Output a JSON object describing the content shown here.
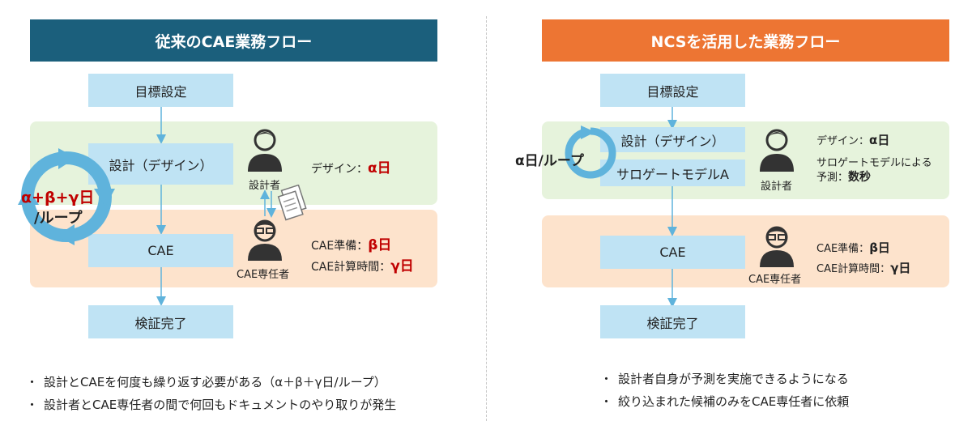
{
  "colors": {
    "left_header": "#1b5f7c",
    "right_header": "#ed7533",
    "design_band": "#e6f3dc",
    "cae_band": "#fde3cc",
    "box": "#bfe3f4",
    "arrow": "#5fb3dc",
    "red": "#c00000"
  },
  "left": {
    "title": "従来のCAE業務フロー",
    "step_goal": "目標設定",
    "step_design": "設計（デザイン）",
    "step_cae": "CAE",
    "step_done": "検証完了",
    "loop_top": "α+β+γ日",
    "loop_bottom": "/ループ",
    "designer_label": "設計者",
    "specialist_label": "CAE専任者",
    "design_time_label": "デザイン：",
    "design_time_value": "α日",
    "cae_prep_label": "CAE準備：",
    "cae_prep_value": "β日",
    "cae_calc_label": "CAE計算時間：",
    "cae_calc_value": "γ日",
    "bullets": [
      "設計とCAEを何度も繰り返す必要がある（α＋β＋γ日/ループ）",
      "設計者とCAE専任者の間で何回もドキュメントのやり取りが発生"
    ]
  },
  "right": {
    "title": "NCSを活用した業務フロー",
    "step_goal": "目標設定",
    "step_design": "設計（デザイン）",
    "step_surrogate": "サロゲートモデルA",
    "step_cae": "CAE",
    "step_done": "検証完了",
    "loop_label": "α日/ループ",
    "designer_label": "設計者",
    "specialist_label": "CAE専任者",
    "design_time_label": "デザイン：",
    "design_time_value": "α日",
    "surrogate_line": "サロゲートモデルによる",
    "predict_label": "予測：",
    "predict_value": "数秒",
    "cae_prep_label": "CAE準備：",
    "cae_prep_value": "β日",
    "cae_calc_label": "CAE計算時間：",
    "cae_calc_value": "γ日",
    "bullets": [
      "設計者自身が予測を実施できるようになる",
      "絞り込まれた候補のみをCAE専任者に依頼"
    ]
  }
}
